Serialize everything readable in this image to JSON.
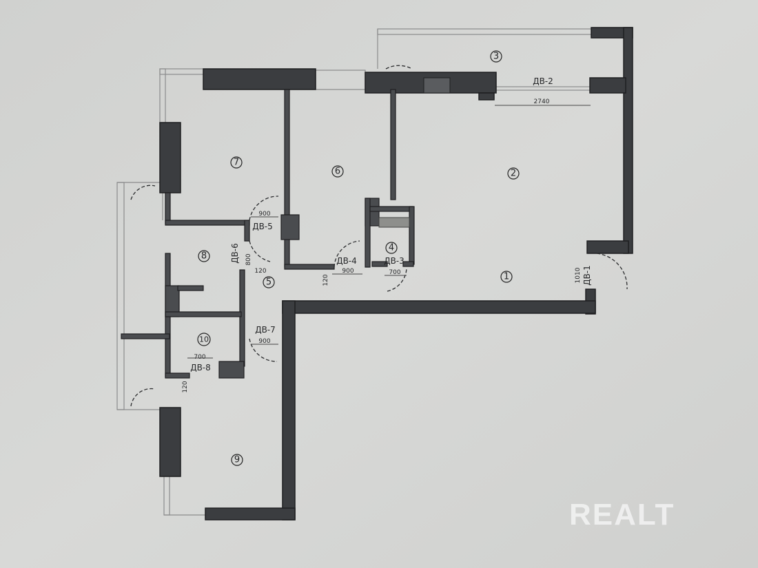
{
  "rooms": [
    "1",
    "2",
    "3",
    "4",
    "5",
    "6",
    "7",
    "8",
    "9",
    "10"
  ],
  "doors": {
    "dv1": "ДВ-1",
    "dv2": "ДВ-2",
    "dv3": "ДВ-3",
    "dv4": "ДВ-4",
    "dv5": "ДВ-5",
    "dv6": "ДВ-6",
    "dv7": "ДВ-7",
    "dv8": "ДВ-8"
  },
  "dimensions": {
    "dv2_width": "2740",
    "dv5_width": "900",
    "dv6_width": "800",
    "dv6_offset": "120",
    "dv4_width": "900",
    "dv4_offset": "120",
    "dv3_width": "700",
    "dv1_width": "1010",
    "dv7_width": "900",
    "dv8_width": "700",
    "dv8_offset": "120"
  },
  "watermark": "REALT",
  "colors": {
    "wall": "#3b3d40",
    "paper": "#d4d5d3"
  }
}
